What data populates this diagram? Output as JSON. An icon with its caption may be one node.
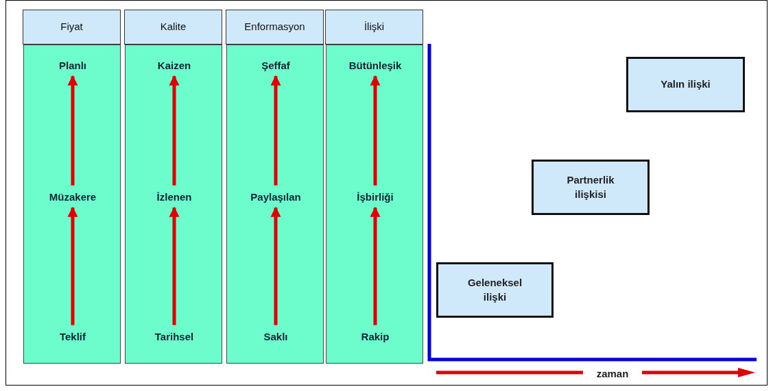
{
  "diagram": {
    "nodes": [
      {
        "text": [
          "Fiyat"
        ]
      },
      {
        "text": [],
        "shape": "box"
      },
      {
        "text": [
          "Planlı"
        ],
        "in": 1
      },
      {
        "text": [
          "Müzakere"
        ],
        "in": 1
      },
      {
        "text": [
          "Teklif"
        ],
        "in": 1
      },
      {
        "text": [
          "Kalite"
        ]
      },
      {
        "text": [],
        "shape": "box"
      },
      {
        "text": [
          "Kaizen"
        ],
        "in": 6
      },
      {
        "text": [
          "İzlenen"
        ],
        "in": 6
      },
      {
        "text": [
          "Tarihsel"
        ],
        "in": 6
      },
      {
        "text": [
          "Enformasyon"
        ]
      },
      {
        "text": [],
        "shape": "box"
      },
      {
        "text": [
          "Şeffaf"
        ],
        "in": 11
      },
      {
        "text": [
          "Paylaşılan"
        ],
        "in": 11
      },
      {
        "text": [
          "Saklı"
        ],
        "in": 11
      },
      {
        "text": [
          "İlişki"
        ]
      },
      {
        "text": [],
        "shape": "box"
      },
      {
        "text": [
          "Bütünleşik"
        ],
        "in": 16
      },
      {
        "text": [
          "İşbirliği"
        ],
        "in": 16
      },
      {
        "text": [
          "Rakip"
        ],
        "in": 16
      },
      {
        "text": [
          "Yalın ilişki"
        ]
      },
      {
        "text": [
          "Partnerlik ilişkisi"
        ]
      },
      {
        "text": [
          "Geleneksel ilişki"
        ]
      }
    ],
    "edges": [
      {
        "from": 4,
        "to": 3,
        "arrow": "to"
      },
      {
        "from": 3,
        "to": 2,
        "arrow": "to"
      },
      {
        "from": 9,
        "to": 8,
        "arrow": "to"
      },
      {
        "from": 8,
        "to": 7,
        "arrow": "to"
      },
      {
        "from": 14,
        "to": 13,
        "arrow": "to"
      },
      {
        "from": 13,
        "to": 12,
        "arrow": "to"
      },
      {
        "from": 19,
        "to": 18,
        "arrow": "to"
      },
      {
        "from": 18,
        "to": 17,
        "arrow": "to"
      }
    ],
    "labels": [
      "zaman"
    ]
  }
}
